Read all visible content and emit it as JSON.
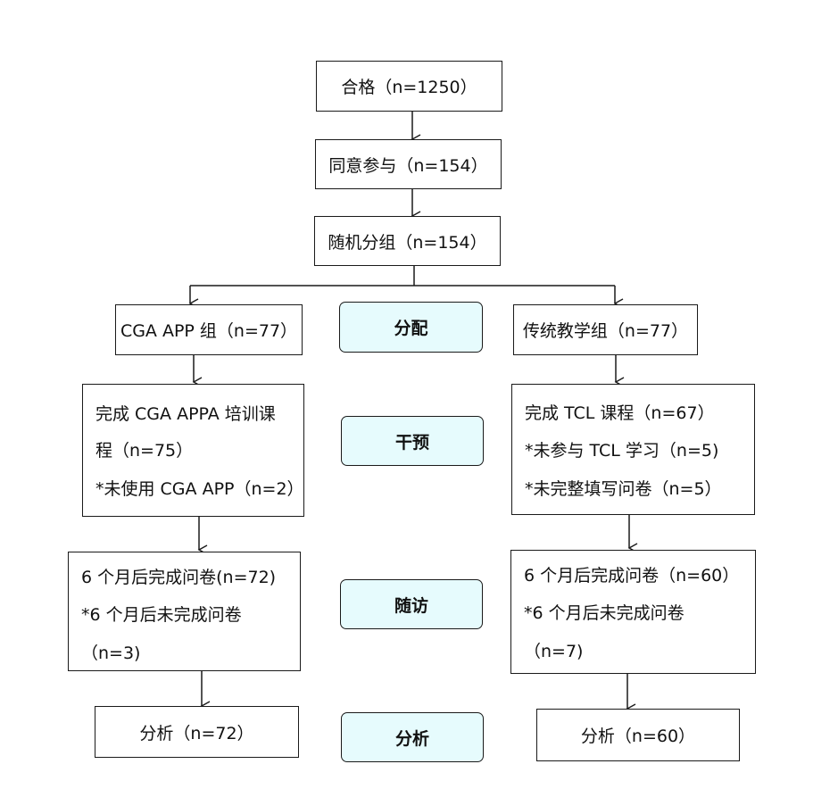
{
  "top": {
    "eligible": "合格（n=1250）",
    "consent": "同意参与（n=154）",
    "randomized": "随机分组（n=154）"
  },
  "stages": {
    "allocation": "分配",
    "intervention": "干预",
    "followup": "随访",
    "analysis": "分析"
  },
  "left": {
    "group": "CGA APP 组（n=77）",
    "intervention_lines": [
      "完成 CGA APPA 培训课",
      "程（n=75）",
      "*未使用 CGA APP（n=2）"
    ],
    "followup_lines": [
      "6 个月后完成问卷(n=72)",
      "*6 个月后未完成问卷",
      "（n=3)"
    ],
    "analysis": "分析（n=72）"
  },
  "right": {
    "group": "传统教学组（n=77）",
    "intervention_lines": [
      "完成 TCL 课程（n=67）",
      "*未参与 TCL 学习（n=5)",
      "*未完整填写问卷（n=5）"
    ],
    "followup_lines": [
      "6 个月后完成问卷（n=60）",
      "*6 个月后未完成问卷",
      "（n=7)"
    ],
    "analysis": "分析（n=60）"
  }
}
